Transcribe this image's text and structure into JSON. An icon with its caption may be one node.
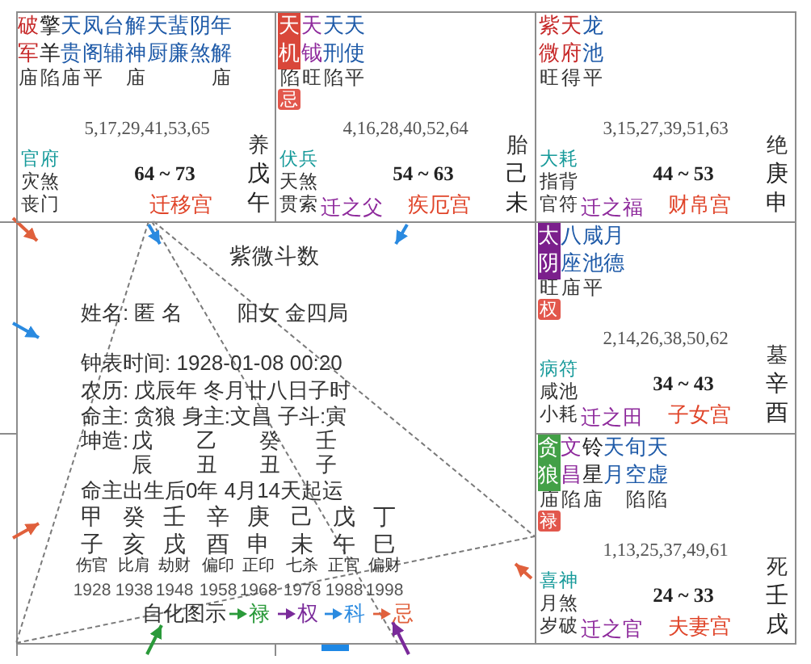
{
  "diagram": {
    "title": "紫微斗数",
    "nodes": [
      {
        "text": [
          "破军",
          "擎羊",
          "天贵",
          "凤阁",
          "台辅",
          "解神",
          "天厨",
          "蜚廉",
          "阴煞",
          "年解",
          "庙",
          "陷",
          "庙",
          "平",
          "庙",
          "庙",
          "5,17,29,41,53,65",
          "官府",
          "灾煞",
          "丧门",
          "64 ~ 73",
          "迁移宫",
          "养",
          "戊午"
        ]
      },
      {
        "text": [
          "天钺",
          "天刑",
          "天使",
          "陷",
          "旺",
          "陷",
          "平",
          "4,16,28,40,52,64",
          "伏兵",
          "天煞",
          "贯索",
          "54 ~ 63",
          "迁之父",
          "疾厄宫",
          "胎",
          "己未"
        ]
      },
      {
        "text": [
          "天机"
        ],
        "in": 1
      },
      {
        "text": [
          "忌"
        ],
        "in": 1
      },
      {
        "text": [
          "紫微",
          "天府",
          "龙池",
          "旺",
          "得",
          "平",
          "3,15,27,39,51,63",
          "大耗",
          "指背",
          "官符",
          "44 ~ 53",
          "迁之福",
          "财帛宫",
          "绝",
          "庚申"
        ]
      },
      {
        "text": [
          "八座",
          "咸池",
          "月德",
          "旺",
          "庙",
          "平",
          "2,14,26,38,50,62",
          "病符",
          "咸池",
          "小耗",
          "34 ~ 43",
          "迁之田",
          "子女宫",
          "墓",
          "辛酉"
        ]
      },
      {
        "text": [
          "太阴"
        ],
        "in": 5
      },
      {
        "text": [
          "权"
        ],
        "in": 5
      },
      {
        "text": [
          "文昌",
          "铃星",
          "天月",
          "旬空",
          "天虚",
          "庙",
          "陷",
          "庙",
          "陷",
          "陷",
          "1,13,25,37,49,61",
          "喜神",
          "月煞",
          "岁破",
          "24 ~ 33",
          "迁之官",
          "夫妻宫",
          "死",
          "壬戌"
        ]
      },
      {
        "text": [
          "贪狼"
        ],
        "in": 8
      },
      {
        "text": [
          "禄"
        ],
        "in": 8
      }
    ],
    "edges": [
      {
        "from": 0,
        "to": null,
        "arrow": "none",
        "style": "dashed"
      },
      {
        "from": null,
        "to": 8,
        "arrow": "none",
        "style": "dashed"
      },
      {
        "from": 0,
        "to": 8,
        "arrow": "none",
        "style": "dashed"
      },
      {
        "from": 0,
        "to": null,
        "arrow": "none",
        "style": "dashed"
      }
    ],
    "labels": [
      "姓名: 匿 名",
      "阳女 金四局",
      "钟表时间: 1928-01-08 00:20",
      "农历: 戊辰年 冬月廿八日子时",
      "命主: 贪狼 身主:文昌 子斗:寅",
      "坤造:",
      "戊",
      "乙",
      "癸",
      "壬",
      "辰",
      "丑",
      "丑",
      "子",
      "命主出生后0年 4月14天起运",
      "甲",
      "癸",
      "壬",
      "辛",
      "庚",
      "己",
      "戊",
      "丁",
      "子",
      "亥",
      "戌",
      "酉",
      "申",
      "未",
      "午",
      "巳",
      "伤官",
      "比肩",
      "劫财",
      "偏印",
      "正印",
      "七杀",
      "正官",
      "偏财",
      "1928",
      "1938",
      "1948",
      "1958",
      "1968",
      "1978",
      "1988",
      "1998",
      "自化图示"
    ],
    "legend": [
      {
        "text": "禄"
      },
      {
        "text": "权"
      },
      {
        "text": "科"
      },
      {
        "text": "忌"
      }
    ]
  }
}
